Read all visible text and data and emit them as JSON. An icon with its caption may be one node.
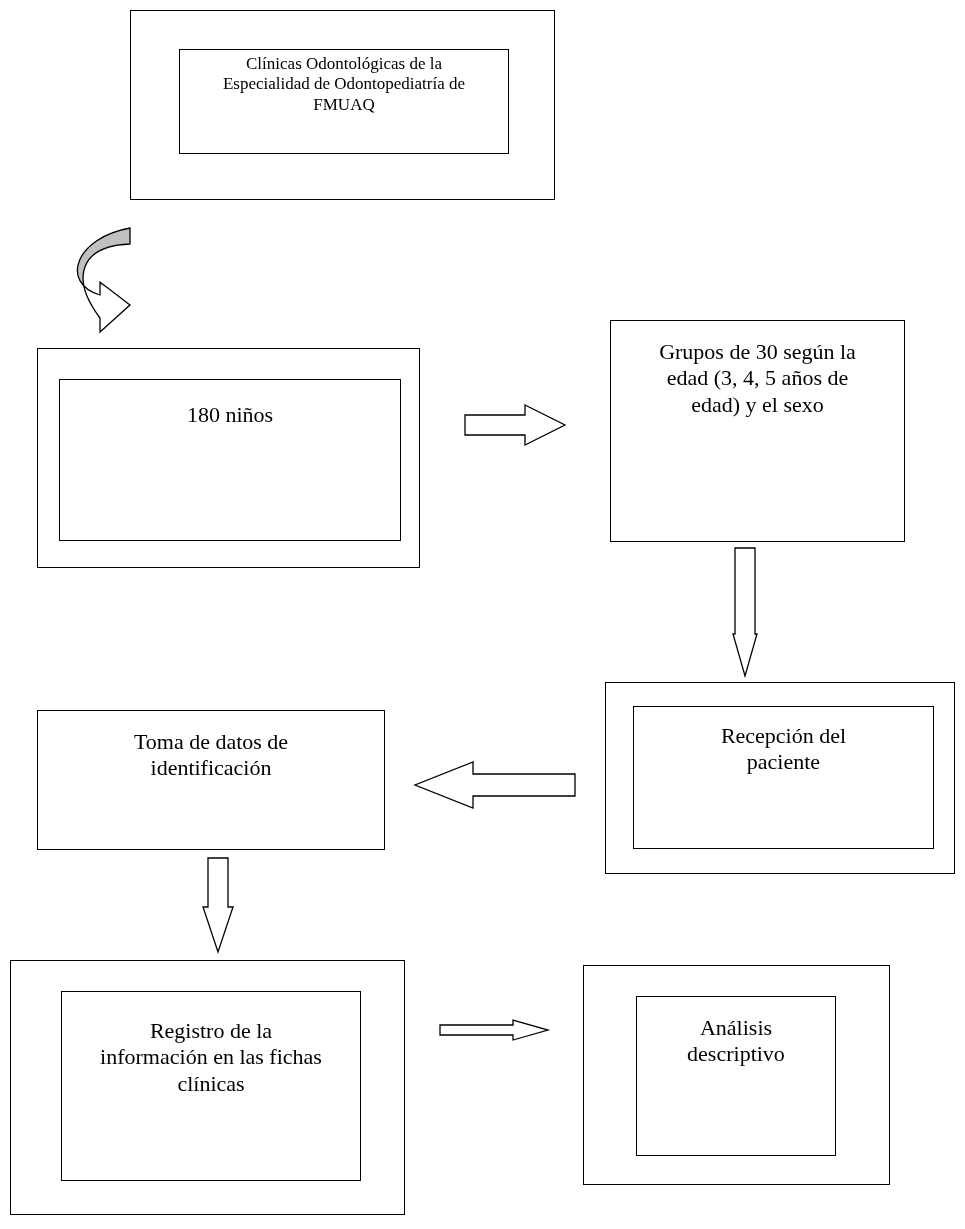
{
  "diagram": {
    "nodes": [
      {
        "text": [],
        "shape": "box"
      },
      {
        "text": [
          "Clínicas Odontológicas de la Especialidad de Odontopediatría de FMUAQ"
        ],
        "in": 0
      },
      {
        "text": [],
        "shape": "box"
      },
      {
        "text": [
          "180 niños"
        ],
        "in": 2
      },
      {
        "text": [
          "Grupos de 30 según la edad (3, 4, 5 años de edad) y el sexo"
        ]
      },
      {
        "text": [],
        "shape": "box"
      },
      {
        "text": [
          "Recepción del paciente"
        ],
        "in": 5
      },
      {
        "text": [
          "Toma de datos de identificación"
        ]
      },
      {
        "text": [],
        "shape": "box"
      },
      {
        "text": [
          "Registro de la información en las fichas clínicas"
        ],
        "in": 8
      },
      {
        "text": [],
        "shape": "box"
      },
      {
        "text": [
          "Análisis descriptivo"
        ],
        "in": 10
      }
    ],
    "edges": [
      {
        "from": 0,
        "to": 2,
        "arrow": "to"
      },
      {
        "from": 2,
        "to": 4,
        "arrow": "to"
      },
      {
        "from": 4,
        "to": 5,
        "arrow": "to"
      },
      {
        "from": 5,
        "to": 7,
        "arrow": "to"
      },
      {
        "from": 7,
        "to": 8,
        "arrow": "to"
      },
      {
        "from": 8,
        "to": 10,
        "arrow": "to"
      }
    ]
  }
}
